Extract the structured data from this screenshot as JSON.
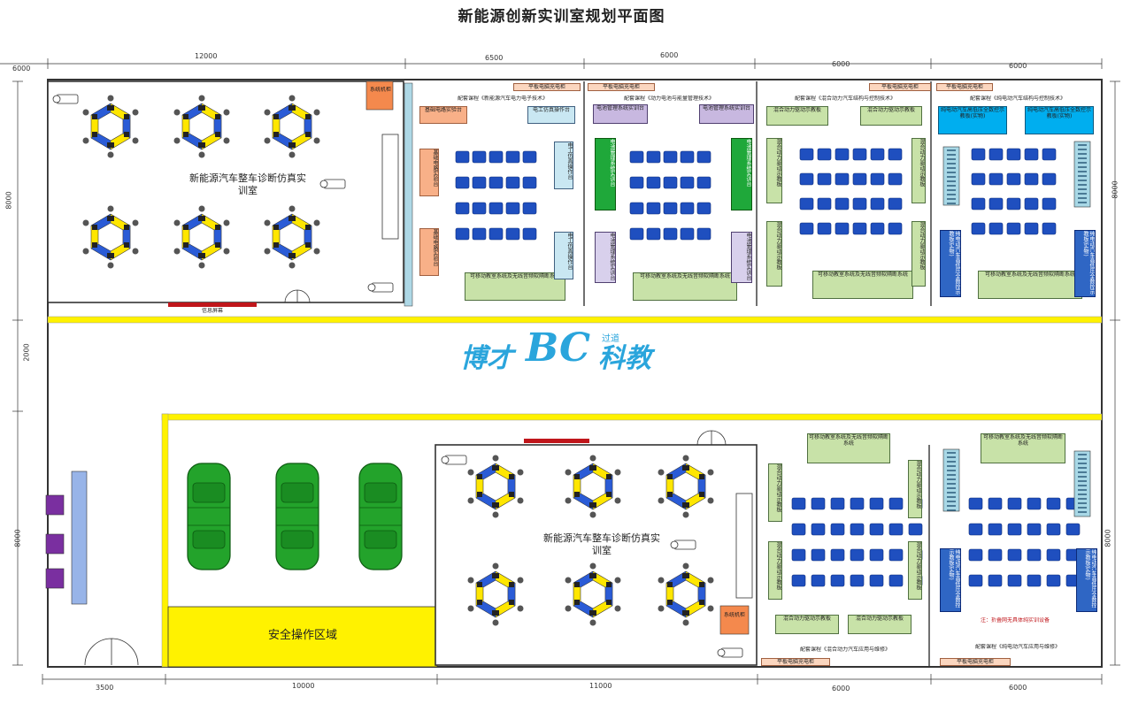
{
  "title": "新能源创新实训室规划平面图",
  "dimensions": {
    "top": [
      "6000",
      "12000",
      "6500",
      "6000",
      "6000",
      "6000"
    ],
    "bottom": [
      "3500",
      "10000",
      "11000",
      "6000",
      "6000"
    ],
    "left": [
      "8000",
      "2000",
      "8000"
    ],
    "right": [
      "8000",
      "8000"
    ]
  },
  "rooms": {
    "sim_top": "新能源汽车整车诊断仿真实训室",
    "sim_bottom": "新能源汽车整车诊断仿真实训室",
    "safety": "安全操作区域"
  },
  "labels": {
    "server_top": "系统机柜",
    "server_bottom": "系统机柜",
    "info_top": "信息屏幕",
    "course1": "配套课程《新能源汽车电力电子技术》",
    "course2": "配套课程《动力电池与能量管理技术》",
    "course3": "配套课程《混合动力汽车结构与控制技术》",
    "course4": "配套课程《纯电动汽车结构与控制技术》",
    "course5": "配套课程《混合动力汽车应用与维修》",
    "course6": "配套课程《纯电动汽车应用与维修》",
    "charger": "平板电脑充电柜",
    "mobile_system": "可移动教室系统及无线音频软隔断系统",
    "basic_circuit": "基础电路实验台",
    "electrician_sim": "电工仿真操作台",
    "battery_system": "电池管理系统实训台",
    "hybrid_demo": "混合动力驱动示教板",
    "ev_demo": "纯电动汽车高低压全数控示教板(实物)",
    "note": "注：折叠网无具体纯实训设备"
  },
  "logo": {
    "main": "BC",
    "left": "博才",
    "right": "科教",
    "small": "过道"
  },
  "colors": {
    "wall": "#333333",
    "corridor": "#fff200",
    "seat": "#1f4fbf",
    "car": "#23a32b",
    "orange": "#f4a066",
    "green": "#c8e2a8",
    "cyan": "#00aeef",
    "violet": "#7a2fa0",
    "red": "#c0161b"
  }
}
